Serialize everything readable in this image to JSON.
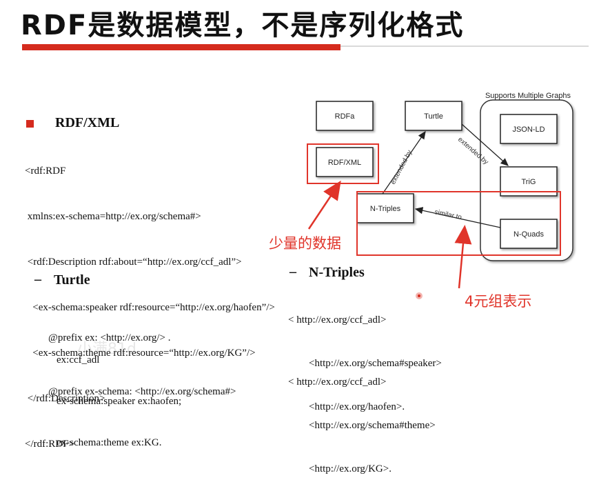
{
  "slide": {
    "title": "RDF是数据模型，不是序列化格式"
  },
  "rdfxml": {
    "heading": "RDF/XML",
    "lines": [
      "<rdf:RDF",
      " xmlns:ex-schema=http://ex.org/schema#>",
      " <rdf:Description rdf:about=“http://ex.org/ccf_adl”>",
      "   <ex-schema:speaker rdf:resource=“http://ex.org/haofen”/>",
      "   <ex-schema:theme rdf:resource=“http://ex.org/KG”/>",
      " </rdf:Description>",
      "</rdf:RDF>"
    ]
  },
  "turtle": {
    "heading": "Turtle",
    "prefix_lines": [
      "@prefix ex: <http://ex.org/> .",
      "@prefix ex-schema: <http://ex.org/schema#>"
    ],
    "body_lines": [
      "ex:ccf_adl",
      "ex-schema:speaker ex:haofen;",
      "ex-schema:theme ex:KG."
    ]
  },
  "ntriples": {
    "heading": "N-Triples",
    "triple1": [
      "< http://ex.org/ccf_adl>",
      "<http://ex.org/schema#speaker>",
      "<http://ex.org/haofen>."
    ],
    "triple2": [
      "< http://ex.org/ccf_adl>",
      "<http://ex.org/schema#theme>",
      "<http://ex.org/KG>."
    ]
  },
  "diagram": {
    "group_label": "Supports Multiple Graphs",
    "nodes": {
      "rdfa": "RDFa",
      "turtle": "Turtle",
      "rdfxml": "RDF/XML",
      "ntriples": "N-Triples",
      "jsonld": "JSON-LD",
      "trig": "TriG",
      "nquads": "N-Quads"
    },
    "edges": {
      "nt_turtle": "extended by",
      "turtle_trig": "extended by",
      "nquads_nt": "similar to"
    }
  },
  "annotations": {
    "small_data": "少量的数据",
    "four_tuple": "4元组表示"
  },
  "watermark": "小满81d",
  "colors": {
    "accent_red": "#d52b1e",
    "annotation_red": "#e0342a"
  }
}
